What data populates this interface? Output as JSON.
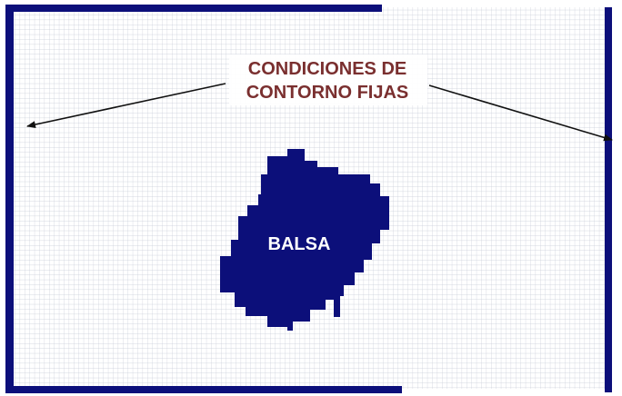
{
  "labels": {
    "boundary_line1": "CONDICIONES DE",
    "boundary_line2": "CONTORNO FIJAS",
    "reservoir": "BALSA"
  },
  "icons": {
    "arrows": "arrow-icon"
  },
  "colors": {
    "background": "#ffffff",
    "grid": "#c8ccd8",
    "boundary": "#0c0f7a",
    "reservoir": "#0c0f7a",
    "boundary_text": "#7a2f2f",
    "reservoir_text": "#ffffff",
    "arrow": "#111111"
  }
}
